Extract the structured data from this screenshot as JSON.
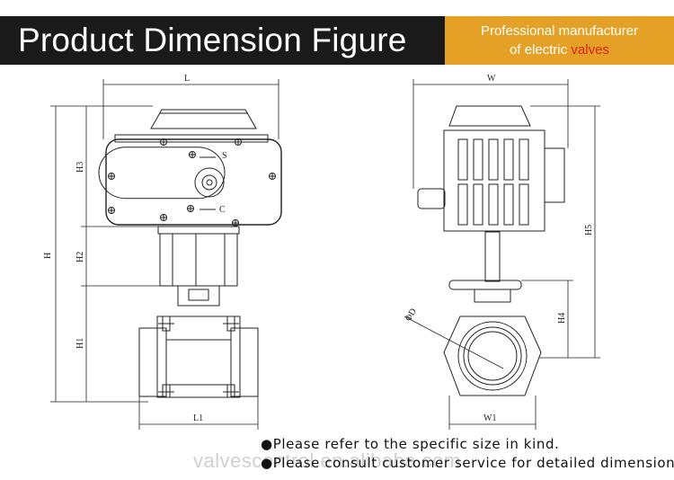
{
  "header": {
    "title": "Product Dimension Figure",
    "tagline_line1": "Professional manufacturer",
    "tagline_line2_prefix": "of electric ",
    "tagline_line2_highlight": "valves",
    "colors": {
      "bar": "#1a1a1a",
      "tag_bg": "#e4a126",
      "highlight": "#d9221b"
    }
  },
  "front_view": {
    "labels": {
      "L": "L",
      "H": "H",
      "H3": "H3",
      "H2": "H2",
      "H1": "H1",
      "L1": "L1",
      "S": "S",
      "C": "C"
    }
  },
  "side_view": {
    "labels": {
      "W": "W",
      "H5": "H5",
      "H4": "H4",
      "D": "ΦD",
      "W1": "W1"
    }
  },
  "notes": [
    "●Please refer to the specific size in kind.",
    "●Please consult customer service for detailed dimensions."
  ],
  "watermark": "valvescontrol.en.alibaba.com"
}
